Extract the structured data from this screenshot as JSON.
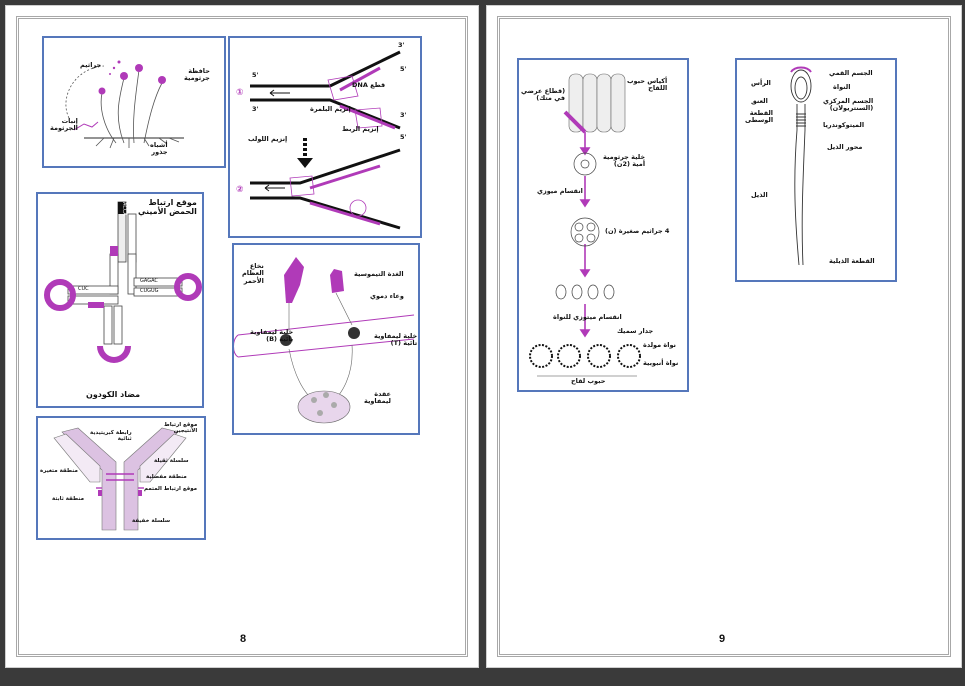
{
  "colors": {
    "accent": "#b03ab8",
    "frame": "#5577bb",
    "background": "#3a3a3a"
  },
  "page_left": {
    "page_number": "8",
    "fig_plant": {
      "label_sporangium": "حافظة\nجرثومية",
      "label_spore": "جراثيم",
      "label_germination": "إنبات\nالجرثومة",
      "label_rhizoid": "أشباه\nجذور"
    },
    "fig_dna": {
      "prime_top": "3'",
      "prime_5a": "5'",
      "prime_5b": "5'",
      "prime_3b": "3'",
      "prime_3c": "3'",
      "prime_5c": "5'",
      "step_1": "①",
      "step_2": "②",
      "label_dna_piece": "قطع DNA",
      "label_primase": "إنزيم البلمرة",
      "label_ligase": "إنزيم الربط",
      "label_helicase": "إنزيم اللولب"
    },
    "fig_trna": {
      "label_amino_site": "موقع ارتباط\nالحمض الأميني",
      "label_anticodon": "مضاد الكودون",
      "stem_letters": "ACCA",
      "left_loop": "CUC",
      "right_loop": "GAGAC",
      "arm_text": "CUGUG"
    },
    "fig_immune": {
      "label_bone_marrow": "نخاع\nالعظام\nالأحمر",
      "label_thymus": "الغدة التيموسية",
      "label_vessel": "وعاء دموي",
      "label_b_cell": "خلية ليمفاوية\nبائية (B)",
      "label_t_cell": "خلية ليمفاوية\nتائية (T)",
      "label_node": "عقدة\nليمفاوية"
    },
    "fig_antibody": {
      "label_disulfide": "رابطة كبريتيدية\nثنائية",
      "label_antigen_site": "موقع ارتباط\nالأنتيجين",
      "label_variable": "منطقة متغيرة",
      "label_heavy": "سلسلة ثقيلة",
      "label_hinge": "منطقة مفصلية",
      "label_constant": "منطقة ثابتة",
      "label_complement": "موقع ارتباط المتمم",
      "label_light": "سلسلة خفيفة"
    }
  },
  "page_right": {
    "page_number": "9",
    "fig_pollen": {
      "label_sacs": "أكياس حبوب\nاللقاح",
      "label_section": "(قطاع عرضي\nفي متك)",
      "label_mother_cell": "خلية جرثومية\nأمية (2ن)",
      "label_meiosis": "انقسام ميوزي",
      "label_four_spores": "4 جراثيم صغيرة (ن)",
      "label_mitosis": "انقسام ميتوزي للنواة",
      "label_wall": "جدار سميك",
      "label_gen_nucleus": "نواة مولدة",
      "label_tube_nucleus": "نواة أنبوبية",
      "label_pollen": "حبوب لقاح"
    },
    "fig_sperm": {
      "label_acrosome": "الجسم القمي",
      "label_head": "الرأس",
      "label_nucleus": "النواة",
      "label_neck": "العنق",
      "label_centriole": "الجسم المركزي\n(السنتريولان)",
      "label_midpiece": "القطعة\nالوسطى",
      "label_mito": "الميتوكوندريا",
      "label_axis": "محور الذيل",
      "label_tail": "الذيل",
      "label_endpiece": "القطعة الذيلية"
    }
  }
}
